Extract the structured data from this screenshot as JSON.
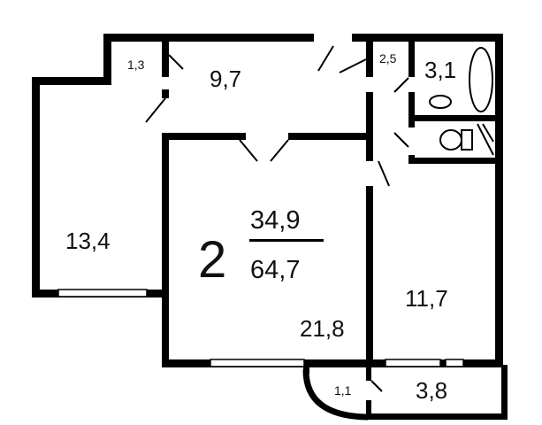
{
  "floor_plan": {
    "rooms": [
      {
        "id": "room-left",
        "area": "13,4"
      },
      {
        "id": "room-living",
        "area": "21,8"
      },
      {
        "id": "room-right",
        "area": "11,7"
      },
      {
        "id": "hall",
        "area": "9,7"
      },
      {
        "id": "closet",
        "area": "1,3"
      },
      {
        "id": "corridor",
        "area": "2,5"
      },
      {
        "id": "bathroom",
        "area": "3,1"
      },
      {
        "id": "loggia",
        "area": "3,8"
      },
      {
        "id": "balcony",
        "area": "1,1"
      }
    ],
    "summary": {
      "room_count": "2",
      "living_area": "34,9",
      "total_area": "64,7"
    },
    "fixtures": [
      "bathtub-icon",
      "sink-icon",
      "toilet-icon"
    ]
  }
}
